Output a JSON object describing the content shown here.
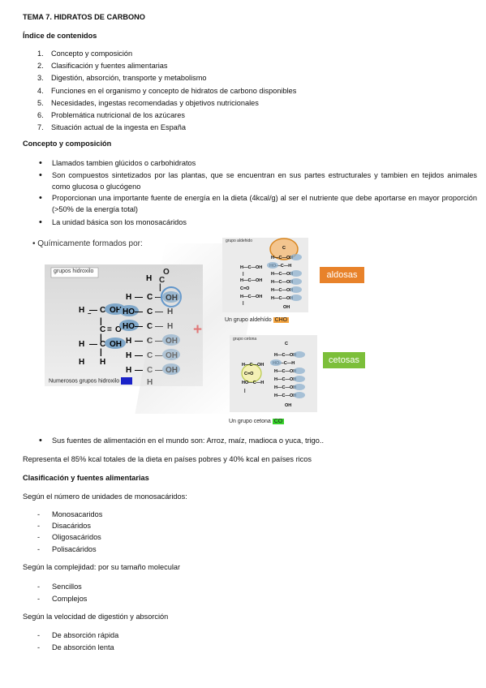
{
  "title": "TEMA 7. HIDRATOS DE CARBONO",
  "toc": {
    "heading": "Índice de contenidos",
    "items": [
      {
        "n": "1.",
        "t": "Concepto y composición"
      },
      {
        "n": "2.",
        "t": "Clasificación y fuentes alimentarias"
      },
      {
        "n": "3.",
        "t": "Digestión, absorción, transporte y metabolismo"
      },
      {
        "n": "4.",
        "t": "Funciones en el organismo y concepto de hidratos de carbono disponibles"
      },
      {
        "n": "5.",
        "t": "Necesidades, ingestas recomendadas y objetivos nutricionales"
      },
      {
        "n": "6.",
        "t": "Problemática nutricional de los azúcares"
      },
      {
        "n": "7.",
        "t": "Situación actual de la ingesta en España"
      }
    ]
  },
  "concepto": {
    "heading": "Concepto y composición",
    "bullets": [
      "Llamados tambien glúcidos o carbohidratos",
      "Son compuestos sintetizados por las plantas, que se encuentran en sus partes estructurales y tambien en tejidos animales como glucosa o glucógeno",
      "Proporcionan una importante fuente de energía en la dieta (4kcal/g) al ser el nutriente que debe aportarse en mayor proporción (>50% de la energía total)",
      "La unidad básica son los monosacáridos"
    ]
  },
  "figure": {
    "caption": "Químicamente formados por:",
    "panel_label": "grupos hidroxilo",
    "bottom_label": "Numerosos grupos hidroxilo",
    "aldehyde_label": "grupo aldehido",
    "aldehyde_caption": "Un grupo aldehído",
    "aldehyde_code": "CHO",
    "ketone_label": "grupo cetona",
    "ketone_caption": "Un grupo cetona",
    "ketone_code": "CO",
    "plus": "+",
    "aldosas": "aldosas",
    "cetosas": "cetosas",
    "colors": {
      "orange": "#e8822a",
      "green": "#7cbf3a",
      "blue": "#1a22c8",
      "red": "#e01010",
      "code_bg_orange": "#f5a540",
      "code_bg_green": "#36d12a"
    },
    "atoms": {
      "H": "H",
      "C": "C",
      "O": "O",
      "OH": "OH",
      "HO": "HO",
      "CO": "C=O"
    }
  },
  "fuentes": {
    "bullet": "Sus fuentes de alimentación en el mundo son: Arroz, maíz, madioca o yuca, trigo..",
    "note": "Representa el 85% kcal totales de la dieta en países pobres y 40% kcal en países ricos"
  },
  "clasificacion": {
    "heading": "Clasificación y fuentes alimentarias",
    "g1": {
      "label": "Según el número de unidades de monosacáridos:",
      "items": [
        "Monosacaridos",
        "Disacáridos",
        "Oligosacáridos",
        "Polisacáridos"
      ]
    },
    "g2": {
      "label": "Según la complejidad: por su tamaño molecular",
      "items": [
        "Sencillos",
        "Complejos"
      ]
    },
    "g3": {
      "label": "Según la velocidad de digestión y absorción",
      "items": [
        "De absorción rápida",
        "De absorción lenta"
      ]
    }
  }
}
